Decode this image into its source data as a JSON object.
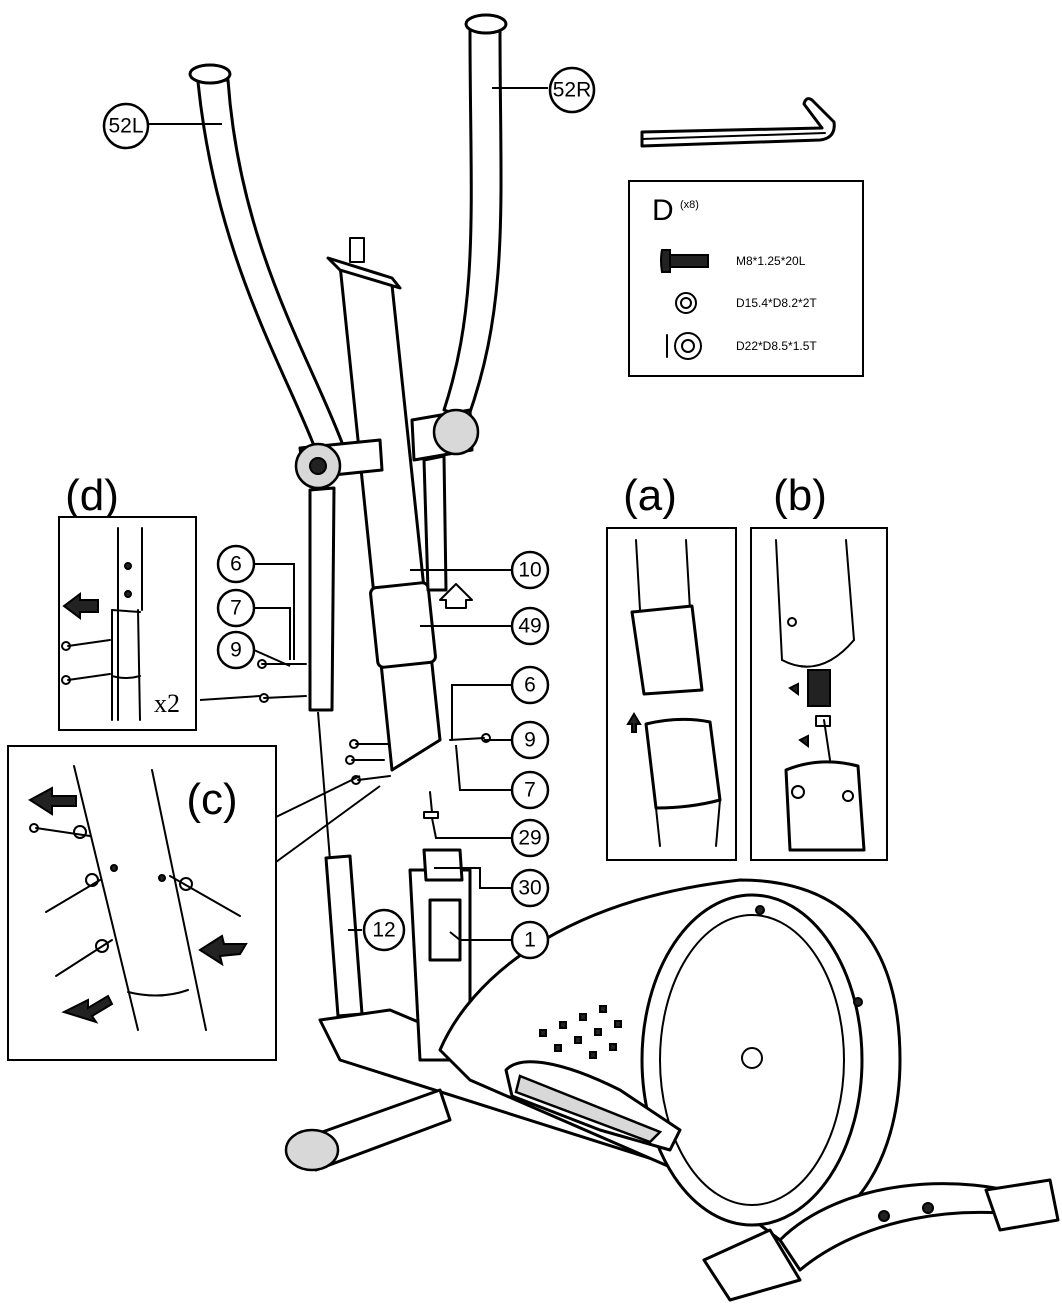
{
  "callouts": {
    "c52L": "52L",
    "c52R": "52R",
    "c10": "10",
    "c49": "49",
    "c6a": "6",
    "c7a": "7",
    "c9a": "9",
    "c6b": "6",
    "c9b": "9",
    "c7b": "7",
    "c29": "29",
    "c30": "30",
    "c12": "12",
    "c1": "1"
  },
  "panels": {
    "a": "(a)",
    "b": "(b)",
    "c": "(c)",
    "d": "(d)",
    "d_multiplier": "x2"
  },
  "hardware": {
    "letter": "D",
    "qty": "(x8)",
    "bolt": "M8*1.25*20L",
    "washer_small": "D15.4*D8.2*2T",
    "washer_large": "D22*D8.5*1.5T"
  }
}
